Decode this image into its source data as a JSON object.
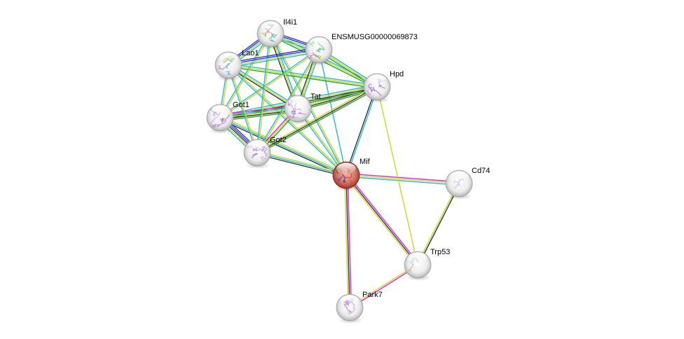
{
  "title": "Protein interaction network",
  "edge_colors": {
    "textmining": "#c6d92b",
    "coexpression": "#333333",
    "database": "#26b7d4",
    "experiments": "#d924d6",
    "neighborhood": "#2ca02c",
    "homology": "#3333cc",
    "cooccurrence": "#1f3aff"
  },
  "nodes": [
    {
      "id": "Il4i1",
      "label": "Il4i1",
      "color": "white",
      "structure": "multicolor"
    },
    {
      "id": "ENSMUSG00000069873",
      "label": "ENSMUSG00000069873",
      "color": "white",
      "structure": "multicolor"
    },
    {
      "id": "Lao1",
      "label": "Lao1",
      "color": "white",
      "structure": "multicolor"
    },
    {
      "id": "Hpd",
      "label": "Hpd",
      "color": "white",
      "structure": "purple"
    },
    {
      "id": "Tat",
      "label": "Tat",
      "color": "white",
      "structure": "purple"
    },
    {
      "id": "Got1",
      "label": "Got1",
      "color": "white",
      "structure": "purple"
    },
    {
      "id": "Got2",
      "label": "Got2",
      "color": "white",
      "structure": "purple"
    },
    {
      "id": "Mif",
      "label": "Mif",
      "color": "red",
      "structure": "query"
    },
    {
      "id": "Cd74",
      "label": "Cd74",
      "color": "white",
      "structure": "purple-thin"
    },
    {
      "id": "Trp53",
      "label": "Trp53",
      "color": "white",
      "structure": "green-thin"
    },
    {
      "id": "Park7",
      "label": "Park7",
      "color": "white",
      "structure": "purple"
    }
  ],
  "edges": [
    {
      "a": "Mif",
      "b": "Cd74",
      "types": [
        "experiments",
        "textmining",
        "database"
      ]
    },
    {
      "a": "Mif",
      "b": "Trp53",
      "types": [
        "experiments",
        "coexpression",
        "textmining"
      ]
    },
    {
      "a": "Mif",
      "b": "Park7",
      "types": [
        "experiments",
        "coexpression",
        "textmining"
      ]
    },
    {
      "a": "Mif",
      "b": "Hpd",
      "types": [
        "coexpression",
        "database"
      ]
    },
    {
      "a": "Mif",
      "b": "Tat",
      "types": [
        "database",
        "textmining"
      ]
    },
    {
      "a": "Mif",
      "b": "Got1",
      "types": [
        "coexpression",
        "database",
        "textmining"
      ]
    },
    {
      "a": "Mif",
      "b": "Got2",
      "types": [
        "coexpression",
        "database",
        "textmining"
      ]
    },
    {
      "a": "Mif",
      "b": "Lao1",
      "types": [
        "database",
        "textmining"
      ]
    },
    {
      "a": "Mif",
      "b": "Il4i1",
      "types": [
        "database",
        "textmining"
      ]
    },
    {
      "a": "Mif",
      "b": "ENSMUSG00000069873",
      "types": [
        "database"
      ]
    },
    {
      "a": "Hpd",
      "b": "Trp53",
      "types": [
        "textmining"
      ]
    },
    {
      "a": "Cd74",
      "b": "Trp53",
      "types": [
        "coexpression",
        "textmining"
      ]
    },
    {
      "a": "Trp53",
      "b": "Park7",
      "types": [
        "experiments",
        "textmining"
      ]
    },
    {
      "a": "Hpd",
      "b": "Tat",
      "types": [
        "neighborhood",
        "coexpression",
        "textmining",
        "database"
      ]
    },
    {
      "a": "Hpd",
      "b": "Got1",
      "types": [
        "neighborhood",
        "coexpression",
        "textmining",
        "database"
      ]
    },
    {
      "a": "Hpd",
      "b": "Got2",
      "types": [
        "neighborhood",
        "coexpression",
        "textmining"
      ]
    },
    {
      "a": "Hpd",
      "b": "Lao1",
      "types": [
        "neighborhood",
        "textmining",
        "database"
      ]
    },
    {
      "a": "Hpd",
      "b": "Il4i1",
      "types": [
        "neighborhood",
        "textmining",
        "database"
      ]
    },
    {
      "a": "Hpd",
      "b": "ENSMUSG00000069873",
      "types": [
        "neighborhood",
        "textmining",
        "database"
      ]
    },
    {
      "a": "Tat",
      "b": "Got1",
      "types": [
        "neighborhood",
        "coexpression",
        "textmining",
        "database",
        "experiments"
      ]
    },
    {
      "a": "Tat",
      "b": "Got2",
      "types": [
        "neighborhood",
        "textmining",
        "experiments"
      ]
    },
    {
      "a": "Tat",
      "b": "Lao1",
      "types": [
        "coexpression",
        "textmining",
        "database"
      ]
    },
    {
      "a": "Tat",
      "b": "Il4i1",
      "types": [
        "coexpression",
        "textmining",
        "database"
      ]
    },
    {
      "a": "Tat",
      "b": "ENSMUSG00000069873",
      "types": [
        "coexpression",
        "textmining",
        "database"
      ]
    },
    {
      "a": "Got1",
      "b": "Got2",
      "types": [
        "homology",
        "cooccurrence",
        "coexpression",
        "textmining",
        "database"
      ]
    },
    {
      "a": "Got1",
      "b": "Lao1",
      "types": [
        "database",
        "textmining"
      ]
    },
    {
      "a": "Got1",
      "b": "Il4i1",
      "types": [
        "database",
        "textmining"
      ]
    },
    {
      "a": "Got1",
      "b": "ENSMUSG00000069873",
      "types": [
        "database",
        "textmining"
      ]
    },
    {
      "a": "Got2",
      "b": "Lao1",
      "types": [
        "database",
        "textmining"
      ]
    },
    {
      "a": "Got2",
      "b": "Il4i1",
      "types": [
        "database",
        "textmining"
      ]
    },
    {
      "a": "Got2",
      "b": "ENSMUSG00000069873",
      "types": [
        "database",
        "textmining"
      ]
    },
    {
      "a": "Lao1",
      "b": "Il4i1",
      "types": [
        "homology",
        "cooccurrence",
        "textmining",
        "database"
      ]
    },
    {
      "a": "Lao1",
      "b": "ENSMUSG00000069873",
      "types": [
        "homology",
        "cooccurrence",
        "textmining",
        "database"
      ]
    },
    {
      "a": "Il4i1",
      "b": "ENSMUSG00000069873",
      "types": [
        "homology",
        "cooccurrence",
        "textmining",
        "database"
      ]
    }
  ]
}
